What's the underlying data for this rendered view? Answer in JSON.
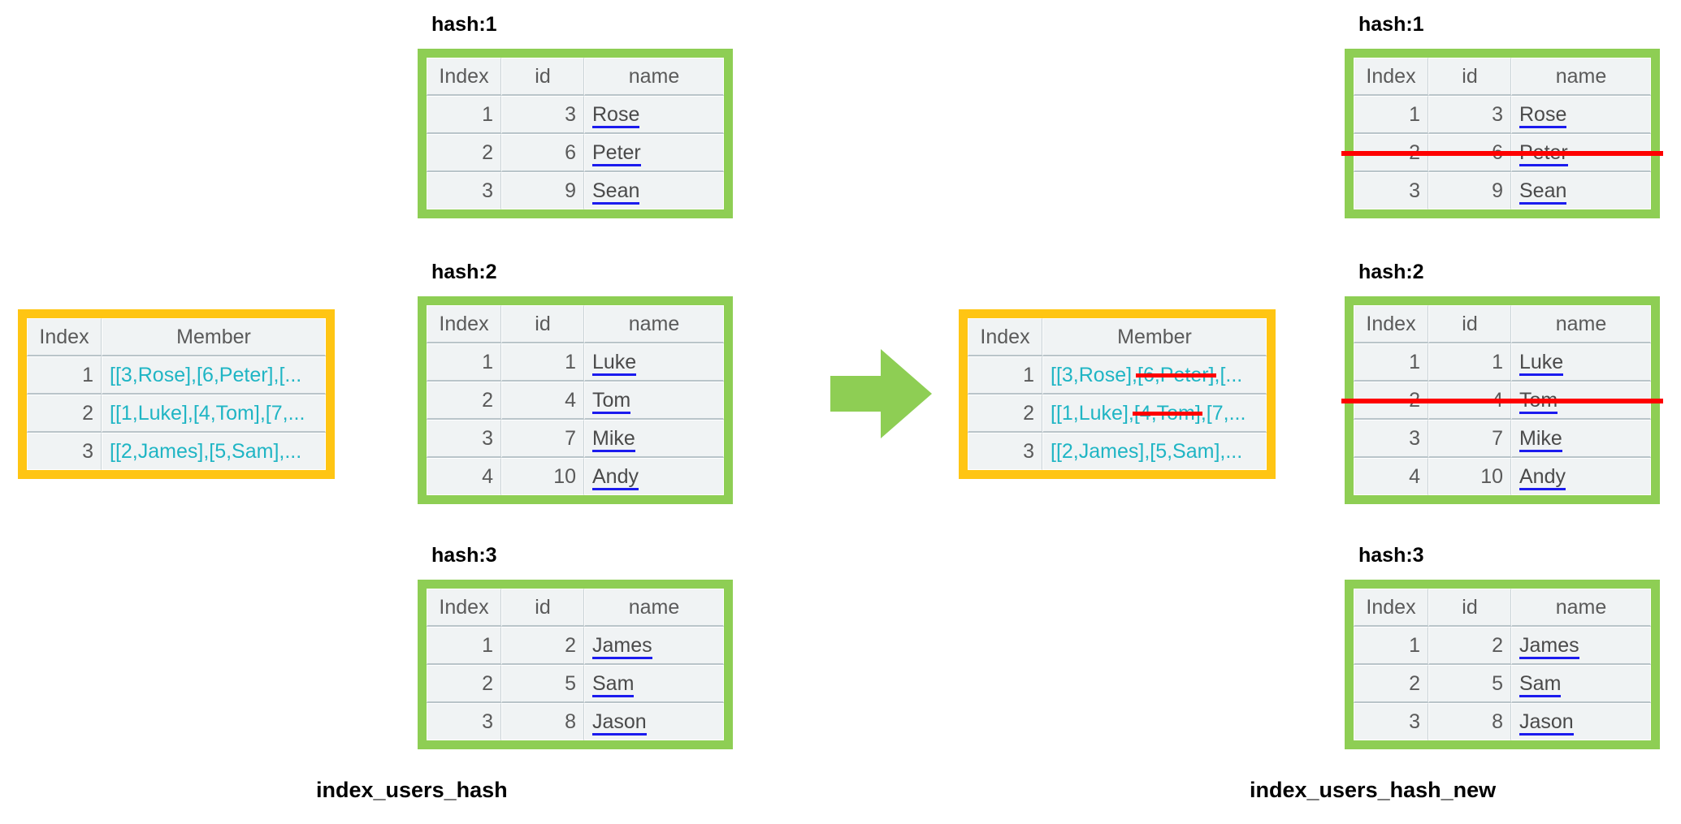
{
  "colors": {
    "green_frame": "#8ECE54",
    "orange_frame": "#FFC513",
    "strike_red": "#FE0000",
    "member_teal": "#1FB5C4",
    "id_blue": "#1414F0",
    "arrow_green": "#8ECE54"
  },
  "columns": {
    "index": "Index",
    "id": "id",
    "name": "name",
    "member": "Member"
  },
  "left": {
    "bottom_title": "index_users_hash",
    "set_table": {
      "headers": [
        "Index",
        "Member"
      ],
      "rows": [
        {
          "index": "1",
          "member_parts": [
            {
              "text": "[[3,Rose],",
              "struck": false
            },
            {
              "text": "[6,Peter]",
              "struck": false
            },
            {
              "text": ",[...",
              "struck": false
            }
          ]
        },
        {
          "index": "2",
          "member_parts": [
            {
              "text": "[[1,Luke],",
              "struck": false
            },
            {
              "text": "[4,Tom]",
              "struck": false
            },
            {
              "text": ",[7,...",
              "struck": false
            }
          ]
        },
        {
          "index": "3",
          "member_parts": [
            {
              "text": "[[2,James],[5,Sam],...",
              "struck": false
            }
          ]
        }
      ]
    },
    "hashes": [
      {
        "label": "hash:1",
        "rows": [
          {
            "index": "1",
            "id": "3",
            "name": "Rose",
            "struck": false
          },
          {
            "index": "2",
            "id": "6",
            "name": "Peter",
            "struck": false
          },
          {
            "index": "3",
            "id": "9",
            "name": "Sean",
            "struck": false
          }
        ]
      },
      {
        "label": "hash:2",
        "rows": [
          {
            "index": "1",
            "id": "1",
            "name": "Luke",
            "struck": false
          },
          {
            "index": "2",
            "id": "4",
            "name": "Tom",
            "struck": false
          },
          {
            "index": "3",
            "id": "7",
            "name": "Mike",
            "struck": false
          },
          {
            "index": "4",
            "id": "10",
            "name": "Andy",
            "struck": false
          }
        ]
      },
      {
        "label": "hash:3",
        "rows": [
          {
            "index": "1",
            "id": "2",
            "name": "James",
            "struck": false
          },
          {
            "index": "2",
            "id": "5",
            "name": "Sam",
            "struck": false
          },
          {
            "index": "3",
            "id": "8",
            "name": "Jason",
            "struck": false
          }
        ]
      }
    ]
  },
  "right": {
    "bottom_title": "index_users_hash_new",
    "set_table": {
      "headers": [
        "Index",
        "Member"
      ],
      "rows": [
        {
          "index": "1",
          "member_parts": [
            {
              "text": "[[3,Rose],",
              "struck": false
            },
            {
              "text": "[6,Peter]",
              "struck": true
            },
            {
              "text": ",[...",
              "struck": false
            }
          ]
        },
        {
          "index": "2",
          "member_parts": [
            {
              "text": "[[1,Luke],",
              "struck": false
            },
            {
              "text": "[4,Tom]",
              "struck": true
            },
            {
              "text": ",[7,...",
              "struck": false
            }
          ]
        },
        {
          "index": "3",
          "member_parts": [
            {
              "text": "[[2,James],[5,Sam],...",
              "struck": false
            }
          ]
        }
      ]
    },
    "hashes": [
      {
        "label": "hash:1",
        "rows": [
          {
            "index": "1",
            "id": "3",
            "name": "Rose",
            "struck": false
          },
          {
            "index": "2",
            "id": "6",
            "name": "Peter",
            "struck": true
          },
          {
            "index": "3",
            "id": "9",
            "name": "Sean",
            "struck": false
          }
        ]
      },
      {
        "label": "hash:2",
        "rows": [
          {
            "index": "1",
            "id": "1",
            "name": "Luke",
            "struck": false
          },
          {
            "index": "2",
            "id": "4",
            "name": "Tom",
            "struck": true
          },
          {
            "index": "3",
            "id": "7",
            "name": "Mike",
            "struck": false
          },
          {
            "index": "4",
            "id": "10",
            "name": "Andy",
            "struck": false
          }
        ]
      },
      {
        "label": "hash:3",
        "rows": [
          {
            "index": "1",
            "id": "2",
            "name": "James",
            "struck": false
          },
          {
            "index": "2",
            "id": "5",
            "name": "Sam",
            "struck": false
          },
          {
            "index": "3",
            "id": "8",
            "name": "Jason",
            "struck": false
          }
        ]
      }
    ]
  },
  "arrow": {
    "name": "right-arrow-icon"
  }
}
